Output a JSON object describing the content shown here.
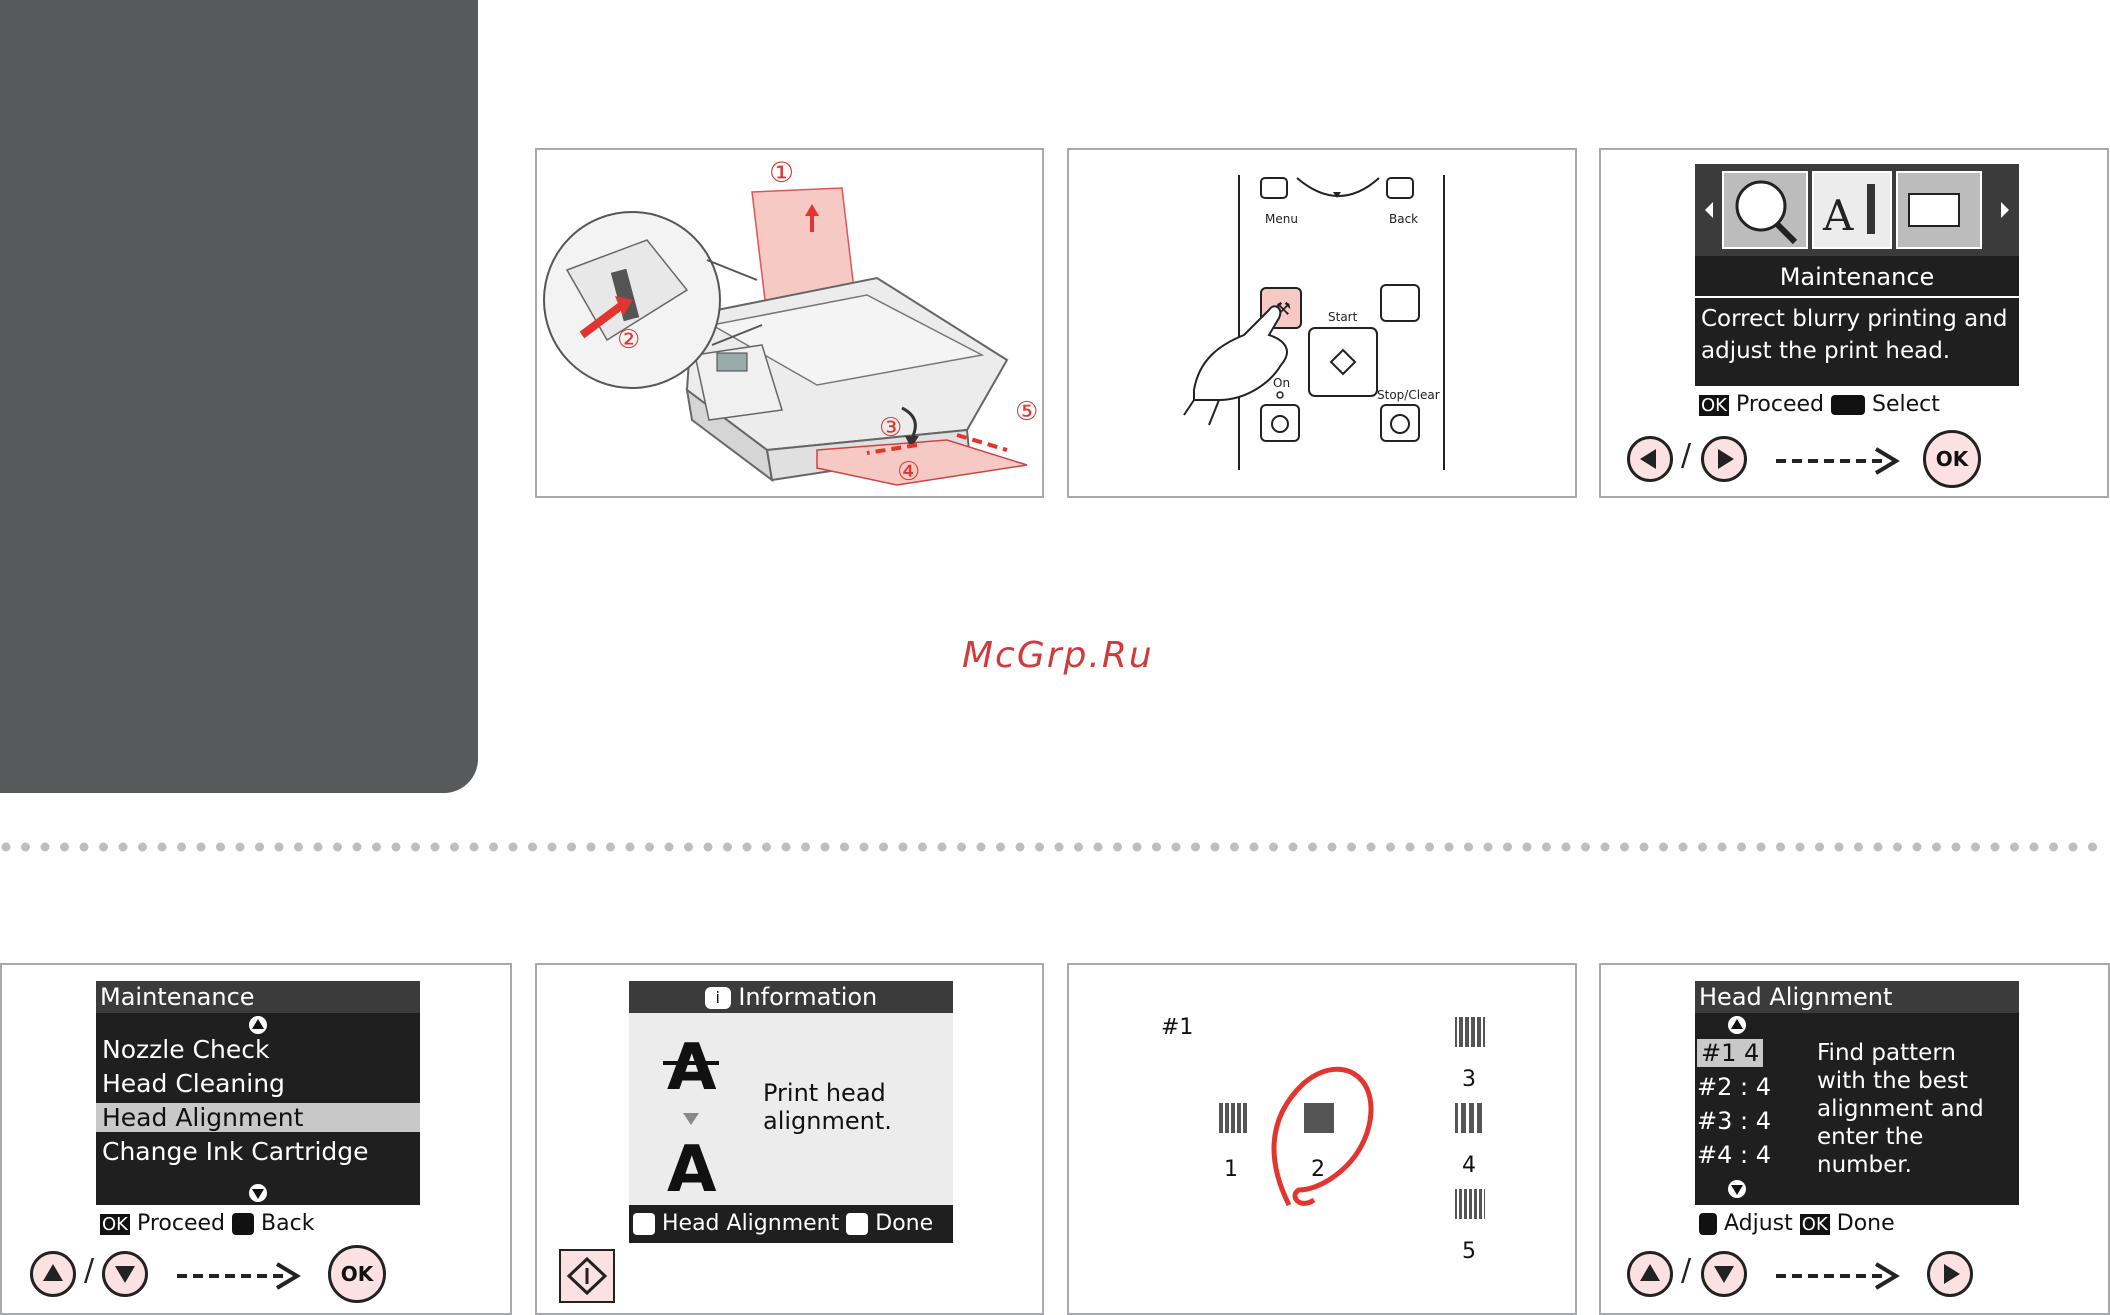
{
  "watermark": "McGrp.Ru",
  "panel1": {
    "callouts": [
      "①",
      "②",
      "③",
      "④",
      "⑤"
    ]
  },
  "panel2": {
    "labels": {
      "menu": "Menu",
      "back": "Back",
      "start": "Start",
      "on": "On",
      "stop": "Stop/Clear"
    }
  },
  "panel3": {
    "title": "Maintenance",
    "description_line1": "Correct blurry printing and",
    "description_line2": "adjust the print head.",
    "footer_ok": "OK",
    "footer_proceed": "Proceed",
    "footer_select": "Select",
    "slash": "/",
    "ok_label": "OK"
  },
  "panel4": {
    "title": "Maintenance",
    "items": [
      "Nozzle Check",
      "Head Cleaning",
      "Head Alignment",
      "Change Ink Cartridge"
    ],
    "selected_index": 2,
    "footer_ok": "OK",
    "footer_proceed": "Proceed",
    "footer_back": "Back",
    "slash": "/",
    "ok_label": "OK"
  },
  "panel5": {
    "header": "Information",
    "message_line1": "Print head",
    "message_line2": "alignment.",
    "footer_action": "Head Alignment",
    "footer_done": "Done"
  },
  "panel6": {
    "pattern_label": "#1",
    "numbers": [
      "1",
      "2",
      "3",
      "4",
      "5"
    ]
  },
  "panel7": {
    "title": "Head Alignment",
    "rows": [
      {
        "label": "#1",
        "value": "4"
      },
      {
        "label": "#2 :",
        "value": "4"
      },
      {
        "label": "#3 :",
        "value": "4"
      },
      {
        "label": "#4 :",
        "value": "4"
      }
    ],
    "instruction": [
      "Find pattern",
      "with the best",
      "alignment and",
      "enter the",
      "number."
    ],
    "footer_adjust": "Adjust",
    "footer_ok": "OK",
    "footer_done": "Done",
    "slash": "/"
  },
  "colors": {
    "sidebar": "#58595b",
    "accent_red": "#e2352f",
    "button_pink": "#fbe1e1",
    "lcd": "#1f1f1f"
  }
}
